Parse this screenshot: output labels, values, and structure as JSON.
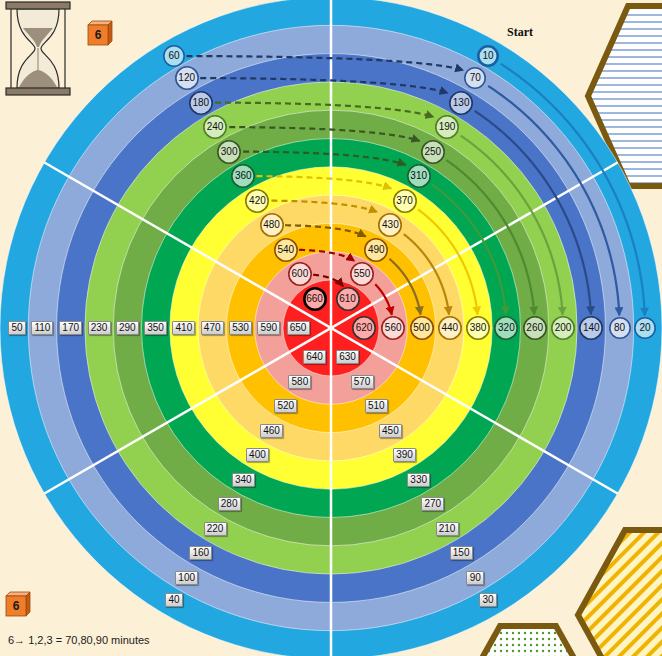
{
  "diagram": {
    "nodes": [
      {
        "text": [
          "6"
        ]
      },
      {
        "text": [
          "10"
        ]
      },
      {
        "text": [
          "20"
        ]
      },
      {
        "text": [
          "30"
        ]
      },
      {
        "text": [
          "40"
        ]
      },
      {
        "text": [
          "50"
        ]
      },
      {
        "text": [
          "60"
        ]
      },
      {
        "text": [
          "70"
        ]
      },
      {
        "text": [
          "80"
        ]
      },
      {
        "text": [
          "90"
        ]
      },
      {
        "text": [
          "100"
        ]
      },
      {
        "text": [
          "110"
        ]
      },
      {
        "text": [
          "120"
        ]
      },
      {
        "text": [
          "130"
        ]
      },
      {
        "text": [
          "140"
        ]
      },
      {
        "text": [
          "150"
        ]
      },
      {
        "text": [
          "160"
        ]
      },
      {
        "text": [
          "170"
        ]
      },
      {
        "text": [
          "180"
        ]
      },
      {
        "text": [
          "190"
        ]
      },
      {
        "text": [
          "200"
        ]
      },
      {
        "text": [
          "210"
        ]
      },
      {
        "text": [
          "220"
        ]
      },
      {
        "text": [
          "230"
        ]
      },
      {
        "text": [
          "240"
        ]
      },
      {
        "text": [
          "250"
        ]
      },
      {
        "text": [
          "260"
        ]
      },
      {
        "text": [
          "270"
        ]
      },
      {
        "text": [
          "280"
        ]
      },
      {
        "text": [
          "290"
        ]
      },
      {
        "text": [
          "300"
        ]
      },
      {
        "text": [
          "310"
        ]
      },
      {
        "text": [
          "320"
        ]
      },
      {
        "text": [
          "330"
        ]
      },
      {
        "text": [
          "340"
        ]
      },
      {
        "text": [
          "350"
        ]
      },
      {
        "text": [
          "360"
        ]
      },
      {
        "text": [
          "370"
        ]
      },
      {
        "text": [
          "380"
        ]
      },
      {
        "text": [
          "390"
        ]
      },
      {
        "text": [
          "400"
        ]
      },
      {
        "text": [
          "410"
        ]
      },
      {
        "text": [
          "420"
        ]
      },
      {
        "text": [
          "430"
        ]
      },
      {
        "text": [
          "440"
        ]
      },
      {
        "text": [
          "450"
        ]
      },
      {
        "text": [
          "460"
        ]
      },
      {
        "text": [
          "470"
        ]
      },
      {
        "text": [
          "480"
        ]
      },
      {
        "text": [
          "490"
        ]
      },
      {
        "text": [
          "500"
        ]
      },
      {
        "text": [
          "510"
        ]
      },
      {
        "text": [
          "520"
        ]
      },
      {
        "text": [
          "530"
        ]
      },
      {
        "text": [
          "540"
        ]
      },
      {
        "text": [
          "550"
        ]
      },
      {
        "text": [
          "560"
        ]
      },
      {
        "text": [
          "570"
        ]
      },
      {
        "text": [
          "580"
        ]
      },
      {
        "text": [
          "590"
        ]
      },
      {
        "text": [
          "600"
        ]
      },
      {
        "text": [
          "610"
        ]
      },
      {
        "text": [
          "620"
        ]
      },
      {
        "text": [
          "630"
        ]
      },
      {
        "text": [
          "640"
        ]
      },
      {
        "text": [
          "650"
        ]
      },
      {
        "text": [
          "660"
        ]
      },
      {
        "text": [
          "6"
        ]
      }
    ],
    "edges": [
      {
        "from": 1,
        "to": 2,
        "arrow": "to"
      },
      {
        "from": 6,
        "to": 7,
        "arrow": "to"
      },
      {
        "from": 7,
        "to": 8,
        "arrow": "to"
      },
      {
        "from": 12,
        "to": 13,
        "arrow": "to"
      },
      {
        "from": 13,
        "to": 14,
        "arrow": "to"
      },
      {
        "from": 18,
        "to": 19,
        "arrow": "to"
      },
      {
        "from": 19,
        "to": 20,
        "arrow": "to"
      },
      {
        "from": 24,
        "to": 25,
        "arrow": "to"
      },
      {
        "from": 25,
        "to": 26,
        "arrow": "to"
      },
      {
        "from": 30,
        "to": 31,
        "arrow": "to"
      },
      {
        "from": 31,
        "to": 32,
        "arrow": "to"
      },
      {
        "from": 36,
        "to": 37,
        "arrow": "to"
      },
      {
        "from": 37,
        "to": 38,
        "arrow": "to"
      },
      {
        "from": 42,
        "to": 43,
        "arrow": "to"
      },
      {
        "from": 43,
        "to": 44,
        "arrow": "to"
      },
      {
        "from": 48,
        "to": 49,
        "arrow": "to"
      },
      {
        "from": 49,
        "to": 50,
        "arrow": "to"
      },
      {
        "from": 54,
        "to": 55,
        "arrow": "to"
      },
      {
        "from": 55,
        "to": 56,
        "arrow": "to"
      },
      {
        "from": 60,
        "to": 61,
        "arrow": "to"
      }
    ],
    "labels": [
      "Start",
      "6→ 1,2,3 = 70,80,90 minutes"
    ]
  }
}
